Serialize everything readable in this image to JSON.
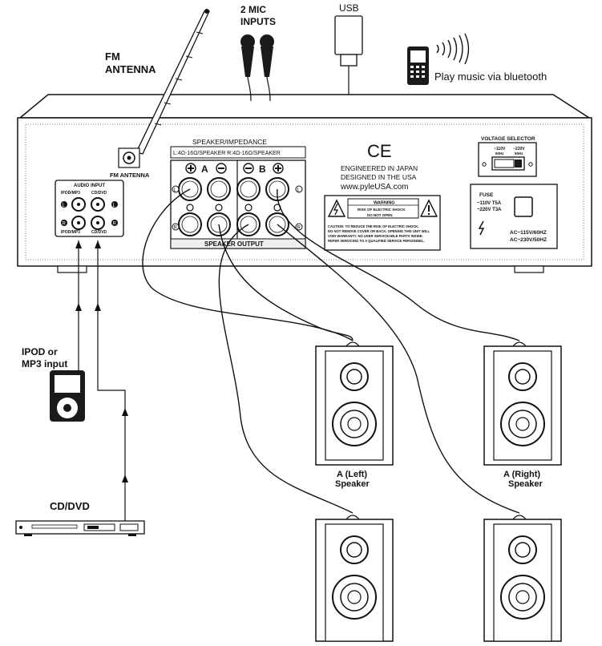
{
  "labels": {
    "fm_antenna_line1": "FM",
    "fm_antenna_line2": "ANTENNA",
    "mic_line1": "2 MIC",
    "mic_line2": "INPUTS",
    "usb": "USB",
    "bluetooth": "Play music via bluetooth",
    "fm_antenna_jack": "FM ANTENNA",
    "speaker_impedance": "SPEAKER/IMPEDANCE",
    "impedance_spec": "L:4Ω-16Ω/SPEAKER  R:4Ω-16Ω/SPEAKER",
    "channel_a": "A",
    "channel_b": "B",
    "speaker_output": "SPEAKER OUTPUT",
    "ce_mark": "CE",
    "engineered_line1": "ENGINEERED IN JAPAN",
    "engineered_line2": "DESIGNED IN THE USA",
    "website": "www.pyleUSA.com",
    "warning_title": "WARNING",
    "warning_sub1": "RISK OF ELECTRIC SHOCK",
    "warning_sub2": "DO NOT OPEN",
    "caution_line1": "CAUTION: TO REDUCE THE RISK OF ELECTRIC SHOCK,",
    "caution_line2": "DO NOT REMOVE COVER OR BACK. OPENING THIS UNIT WILL",
    "caution_line3": "VOID WARRANTY. NO USER SERVICEABLE PARTS INSIDE.",
    "caution_line4": "REFER SERVICING TO A QUALIFIED SERVICE PERSONNEL.",
    "voltage_selector": "VOLTAGE SELECTOR",
    "volt_110": "~110V",
    "volt_110_hz": "60Hz",
    "volt_220": "~220V",
    "volt_220_hz": "50Hz",
    "fuse": "FUSE",
    "fuse_110": "~110V T5A",
    "fuse_220": "~220V T3A",
    "ac_110": "AC~115V/60HZ",
    "ac_220": "AC~230V/50HZ",
    "audio_input": "AUDIO  INPUT",
    "ipod_mp3_top": "IPOD/MP3",
    "cd_dvd_top": "CD/DVD",
    "ipod_mp3_bottom": "IPOD/MP3",
    "cd_dvd_bottom": "CD/DVD",
    "ipod_line1": "IPOD or",
    "ipod_line2": "MP3 input",
    "cd_dvd": "CD/DVD",
    "left_speaker_line1": "A (Left)",
    "left_speaker_line2": "Speaker",
    "right_speaker_line1": "A (Right)",
    "right_speaker_line2": "Speaker"
  },
  "colors": {
    "line": "#111111",
    "panel": "#ffffff",
    "dark": "#1a1a1a"
  }
}
